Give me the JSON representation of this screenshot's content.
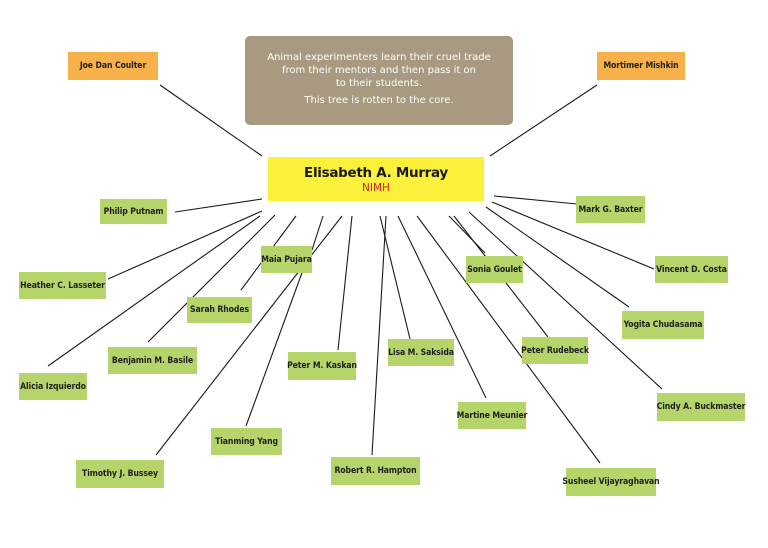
{
  "center": {
    "name": "Elisabeth A. Murray",
    "institution": "NIMH"
  },
  "banner": {
    "lines": [
      "Animal experimenters learn their cruel trade",
      "from their mentors and then pass it on",
      "to their students."
    ],
    "tagline": "This tree is rotten to the core."
  },
  "mentors": [
    "Joe Dan Coulter",
    "Mortimer Mishkin"
  ],
  "students": [
    "Philip Putnam",
    "Heather C. Lasseter",
    "Maia Pujara",
    "Sarah Rhodes",
    "Benjamin M. Basile",
    "Alicia Izquierdo",
    "Peter M. Kaskan",
    "Lisa M. Saksida",
    "Tianming Yang",
    "Timothy J. Bussey",
    "Robert R. Hampton",
    "Martine Meunier",
    "Sonia Goulet",
    "Peter Rudebeck",
    "Susheel Vijayraghavan",
    "Mark G. Baxter",
    "Vincent D. Costa",
    "Yogita Chudasama",
    "Cindy A. Buckmaster"
  ],
  "colors": {
    "mentor_box": "#f7b14a",
    "student_box": "#b5d56b",
    "center_box": "#fbf03a",
    "institution_text": "#d21f1f",
    "banner_bg": "#a79a80"
  }
}
